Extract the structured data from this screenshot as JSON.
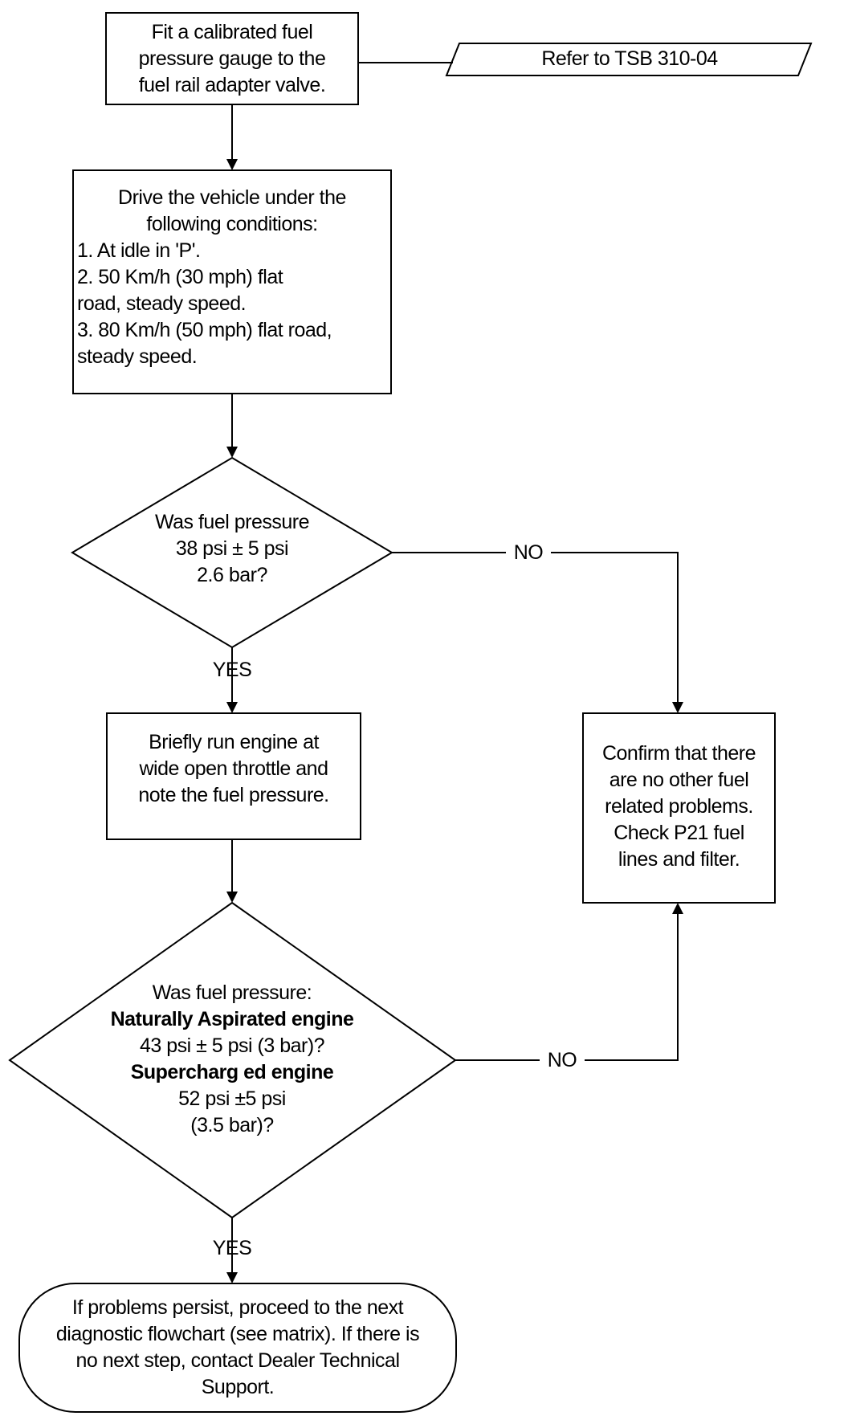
{
  "nodes": {
    "fit_gauge": {
      "lines": [
        "Fit a calibrated fuel",
        "pressure gauge to the",
        "fuel rail adapter valve."
      ]
    },
    "tsb_ref": {
      "text": "Refer to TSB 310-04"
    },
    "drive_conditions": {
      "heading": [
        "Drive the vehicle under the",
        "following conditions:"
      ],
      "steps": [
        "1. At idle in 'P'.",
        "2. 50 Km/h (30 mph) flat",
        "road, steady speed.",
        "3. 80 Km/h (50 mph) flat road,",
        "steady speed."
      ]
    },
    "decision_pressure_1": {
      "lines": [
        "Was fuel pressure",
        "38 psi ± 5 psi",
        "2.6 bar?"
      ]
    },
    "wot_run": {
      "lines": [
        "Briefly run engine at",
        "wide open throttle and",
        "note the fuel pressure."
      ]
    },
    "check_fuel": {
      "lines": [
        "Confirm that there",
        "are no other fuel",
        "related problems.",
        "Check P21 fuel",
        "lines and filter."
      ]
    },
    "decision_pressure_2": {
      "line1": "Was fuel pressure:",
      "line2": "Naturally Aspirated engine",
      "line3": "43 psi ± 5 psi (3 bar)?",
      "line4": "Supercharg ed engine",
      "line5": "52 psi ±5 psi",
      "line6": "(3.5 bar)?"
    },
    "terminal": {
      "lines": [
        "If problems persist, proceed to the next",
        "diagnostic flowchart (see matrix). If there is",
        "no next step, contact Dealer Technical",
        "Support."
      ]
    }
  },
  "edges": {
    "d1_yes": "YES",
    "d1_no": "NO",
    "d2_yes": "YES",
    "d2_no": "NO"
  }
}
